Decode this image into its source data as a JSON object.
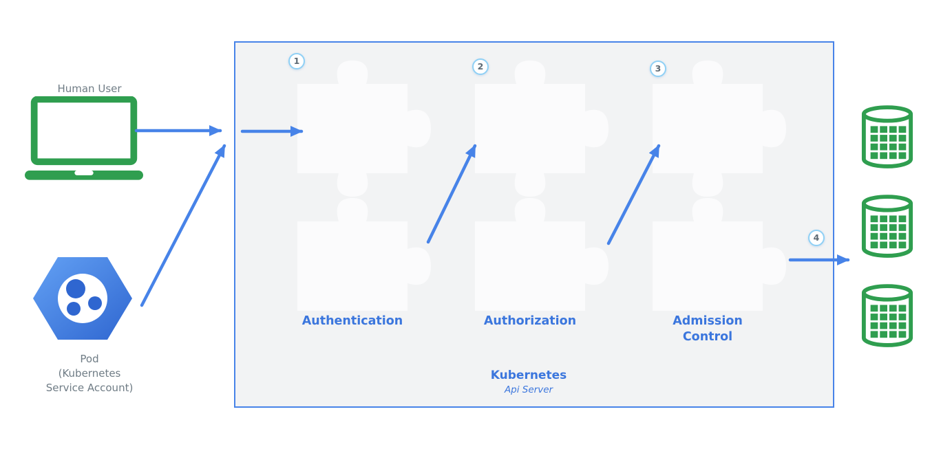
{
  "diagram": {
    "human": {
      "label": "Human User"
    },
    "pod": {
      "lines": [
        "Pod",
        "(Kubernetes",
        "Service Account)"
      ]
    },
    "api_server": {
      "title": "Kubernetes",
      "subtitle": "Api Server",
      "steps": [
        {
          "num": "1",
          "label": "Authentication"
        },
        {
          "num": "2",
          "label": "Authorization"
        },
        {
          "num": "3",
          "label": "Admission Control"
        },
        {
          "num": "4",
          "label": ""
        }
      ]
    },
    "storage": {
      "icon": "database-icon",
      "count": 3
    },
    "colors": {
      "arrow_blue": "#4783e8",
      "box_border_blue": "#4783e8",
      "label_blue": "#3b76dd",
      "green": "#2f9e4f",
      "pod_blue_light": "#63a1f4",
      "pod_blue_dark": "#2f66d0",
      "badge_ring": "#8fd0f5",
      "gray_text": "#6f7c85",
      "box_bg": "#f2f3f4",
      "piece_fill": "#fbfbfc"
    }
  }
}
